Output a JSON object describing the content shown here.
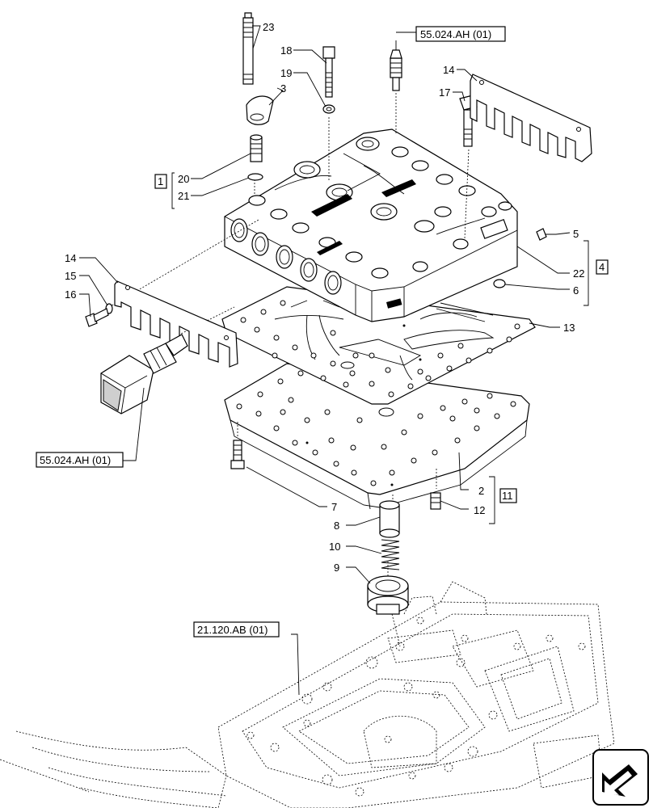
{
  "callouts": {
    "c1": "1",
    "c2": "2",
    "c3": "3",
    "c4": "4",
    "c5": "5",
    "c6": "6",
    "c7": "7",
    "c8": "8",
    "c9": "9",
    "c10": "10",
    "c11": "11",
    "c12": "12",
    "c13": "13",
    "c14a": "14",
    "c14b": "14",
    "c15": "15",
    "c16": "16",
    "c17": "17",
    "c18": "18",
    "c19": "19",
    "c20": "20",
    "c21": "21",
    "c22": "22",
    "c23": "23"
  },
  "references": {
    "solenoid_top": "55.024.AH (01)",
    "solenoid_left": "55.024.AH (01)",
    "housing": "21.120.AB (01)"
  },
  "icons": {
    "navigation": "arrow-icon"
  }
}
